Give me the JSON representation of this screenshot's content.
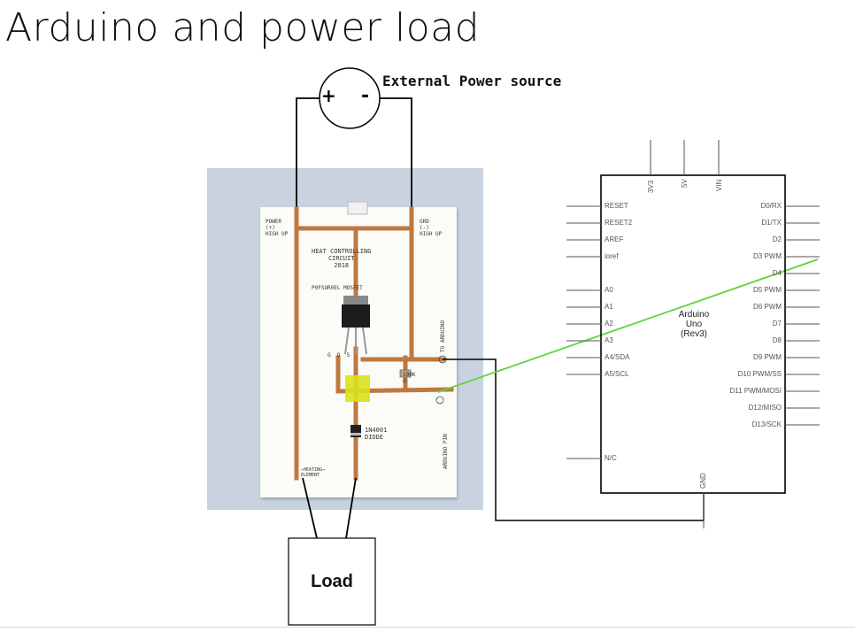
{
  "title": "Arduino and power load",
  "power_source": {
    "label": "External Power source",
    "plus": "+",
    "minus": "-"
  },
  "load": {
    "label": "Load"
  },
  "photo": {
    "power_label": "POWER\n(+)\nHIGH UP",
    "gnd_label": "GRD\n(-)\nHIGH UP",
    "circuit_title": "HEAT CONTROLLING\nCIRCUIT\n2018",
    "mosfet_label": "P0FSOR0EL MOSFET",
    "gds": "G  D  S",
    "resistor_label": "100K\nΩ",
    "diode_label": "1N4001\nDIODE",
    "heating_label": "←HEATING→\nELEMENT",
    "to_arduino": "TO ARDUINO",
    "arduino_pin": "ARDUINO PIN"
  },
  "arduino": {
    "name_line1": "Arduino",
    "name_line2": "Uno",
    "name_line3": "(Rev3)",
    "top_pins": [
      "3V3",
      "5V",
      "VIN"
    ],
    "bottom_pin": "GND",
    "left_pins": [
      "RESET",
      "RESET2",
      "AREF",
      "ioref",
      "A0",
      "A1",
      "A2",
      "A3",
      "A4/SDA",
      "A5/SCL",
      "N/C"
    ],
    "right_pins": [
      "D0/RX",
      "D1/TX",
      "D2",
      "D3 PWM",
      "D4",
      "D5 PWM",
      "D6 PWM",
      "D7",
      "D8",
      "D9 PWM",
      "D10 PWM/SS",
      "D11 PWM/MOSI",
      "D12/MISO",
      "D13/SCK"
    ]
  },
  "colors": {
    "copper": "#c0783f",
    "signal_wire": "#5fd33a",
    "tape": "#d9e21a"
  }
}
